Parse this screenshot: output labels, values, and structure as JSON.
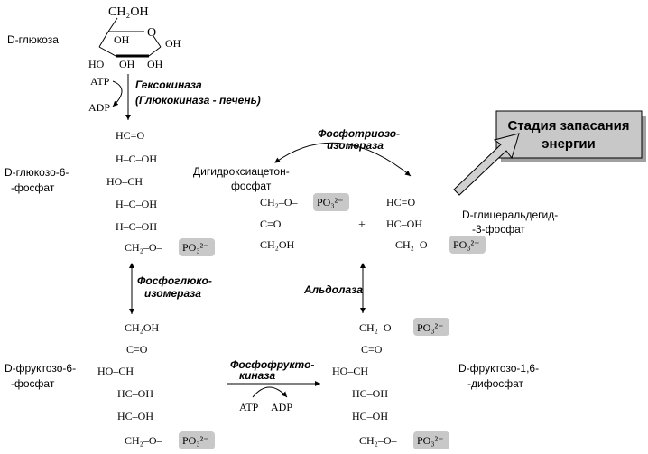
{
  "labels": {
    "d_glucose": "D-глюкоза",
    "glucose_6p": [
      "D-глюкозо-6-",
      "-фосфат"
    ],
    "fructose_6p": [
      "D-фруктозо-6-",
      "-фосфат"
    ],
    "fructose_16bp": [
      "D-фруктозо-1,6-",
      "-дифосфат"
    ],
    "dhap": [
      "Дигидроксиацетон-",
      "фосфат"
    ],
    "g3p": [
      "D-глицеральдегид-",
      "-3-фосфат"
    ]
  },
  "enzymes": {
    "hexokinase": "Гексокиназа",
    "glucokinase": "(Глюкокиназа - печень)",
    "phosphoglucoisomerase": [
      "Фосфоглюко-",
      "изомераза"
    ],
    "phosphofructokinase": [
      "Фосфофрукто-",
      "киназа"
    ],
    "aldolase": "Альдолаза",
    "triose_isomerase": [
      "Фосфотриозо-",
      "изомераза"
    ]
  },
  "cofactors": {
    "atp": "ATP",
    "adp": "ADP"
  },
  "ring": {
    "ch2oh": "CH₂OH",
    "o": "O",
    "oh": "OH",
    "ho": "HO"
  },
  "glucose_6p_chain": [
    "HC=O",
    "H–C–OH",
    "HO–CH",
    "H–C–OH",
    "H–C–OH",
    "CH₂–O–"
  ],
  "fructose_6p_chain": [
    "CH₂OH",
    "C=O",
    "HO–CH",
    "HC–OH",
    "HC–OH",
    "CH₂–O–"
  ],
  "fructose_16bp_chain": [
    "CH₂–O–",
    "C=O",
    "HO–CH",
    "HC–OH",
    "HC–OH",
    "CH₂–O–"
  ],
  "dhap_chain": [
    "CH₂–O–",
    "C=O",
    "CH₂OH"
  ],
  "g3p_chain": [
    "HC=O",
    "HC–OH",
    "CH₂–O–"
  ],
  "phosphate": "PO₃²⁻",
  "plus": "+",
  "stage_box": [
    "Стадия запасания",
    "энергии"
  ],
  "colors": {
    "phosphate_box": "#c8c8c8",
    "stage_box": "#c8c8c8",
    "line": "#000000"
  }
}
